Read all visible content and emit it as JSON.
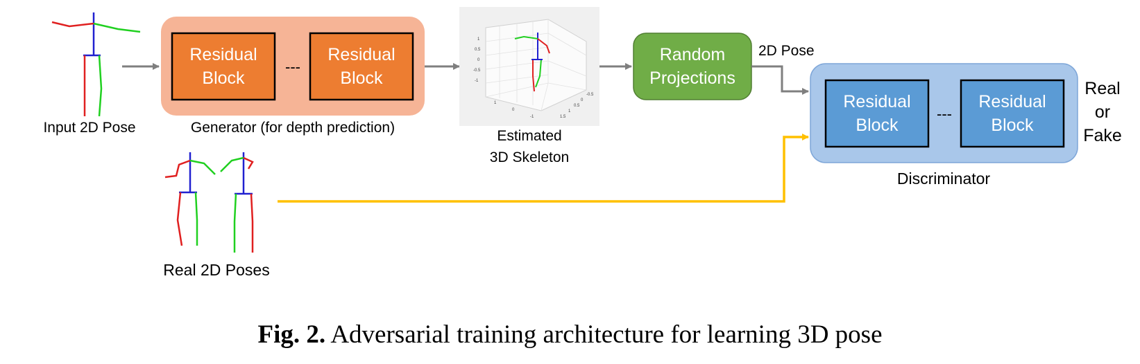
{
  "input_pose": {
    "label": "Input 2D Pose"
  },
  "generator": {
    "label": "Generator (for depth prediction)",
    "block1": [
      "Residual",
      "Block"
    ],
    "block2": [
      "Residual",
      "Block"
    ],
    "ellipsis": "---"
  },
  "skeleton3d": {
    "label": [
      "Estimated",
      "3D Skeleton"
    ],
    "ticks_y": [
      "1",
      "0.5",
      "0",
      "-0.5",
      "-1"
    ],
    "ticks_bottom": [
      "1",
      "0",
      "-1"
    ],
    "ticks_right": [
      "-0.5",
      "0",
      "0.5",
      "1",
      "1.5"
    ]
  },
  "projections": {
    "label": [
      "Random",
      "Projections"
    ],
    "output_label": "2D Pose"
  },
  "real_poses": {
    "label": "Real 2D Poses"
  },
  "discriminator": {
    "label": "Discriminator",
    "block1": [
      "Residual",
      "Block"
    ],
    "block2": [
      "Residual",
      "Block"
    ],
    "ellipsis": "---",
    "output": [
      "Real",
      "or",
      "Fake"
    ]
  },
  "caption": {
    "prefix": "Fig. 2.",
    "text": "Adversarial training architecture for learning 3D pose"
  },
  "colors": {
    "generator_bg": "#f6b496",
    "generator_block": "#ed7d31",
    "projection": "#70ad47",
    "discriminator_bg": "#a9c7ea",
    "discriminator_block": "#5b9bd5",
    "real_arrow": "#ffc000",
    "arrow": "#7f7f7f"
  }
}
